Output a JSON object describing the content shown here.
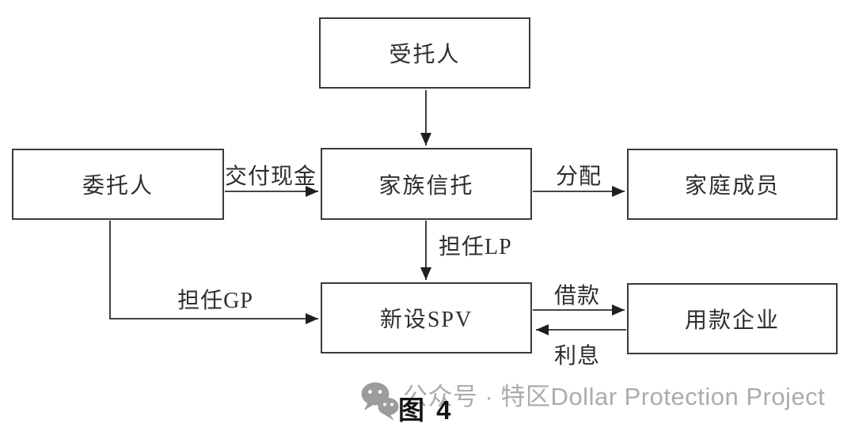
{
  "diagram": {
    "title_caption": "图 4",
    "nodes": [
      {
        "id": "trustee",
        "label": "受托人"
      },
      {
        "id": "settlor",
        "label": "委托人"
      },
      {
        "id": "family_trust",
        "label": "家族信托"
      },
      {
        "id": "family_members",
        "label": "家庭成员"
      },
      {
        "id": "spv",
        "label": "新设SPV"
      },
      {
        "id": "enterprise",
        "label": "用款企业"
      }
    ],
    "edges": [
      {
        "from": "trustee",
        "to": "family_trust",
        "label": ""
      },
      {
        "from": "settlor",
        "to": "family_trust",
        "label": "交付现金"
      },
      {
        "from": "family_trust",
        "to": "family_members",
        "label": "分配"
      },
      {
        "from": "family_trust",
        "to": "spv",
        "label": "担任LP"
      },
      {
        "from": "settlor",
        "to": "spv",
        "label": "担任GP"
      },
      {
        "from": "spv",
        "to": "enterprise",
        "label": "借款"
      },
      {
        "from": "enterprise",
        "to": "spv",
        "label": "利息"
      }
    ]
  },
  "watermark": {
    "icon": "wechat-icon",
    "text": "公众号 · 特区Dollar Protection Project"
  },
  "colors": {
    "background": "#ffffff",
    "box_border": "#3a3a3a",
    "line": "#2b2b2b",
    "text": "#2e2e2e",
    "caption_text": "#141414",
    "watermark_gray": "#acacac"
  }
}
